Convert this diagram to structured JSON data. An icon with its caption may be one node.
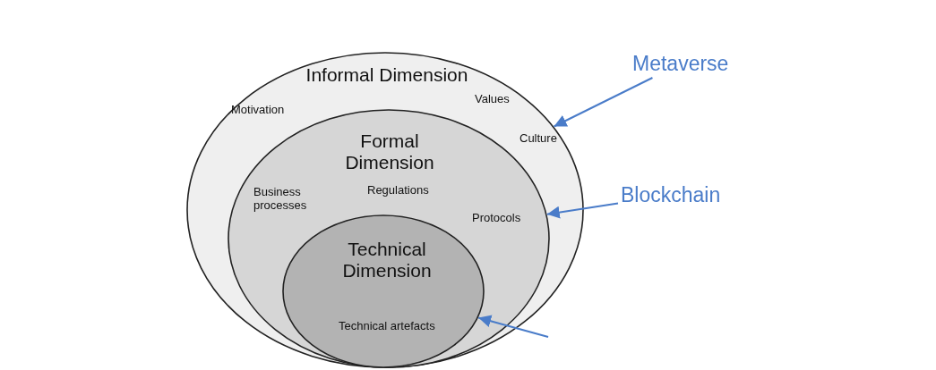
{
  "diagram": {
    "nodes": [
      {
        "text": [
          "Informal Dimension",
          "Motivation",
          "Values",
          "Culture"
        ]
      },
      {
        "text": [
          "Formal Dimension",
          "Business processes",
          "Regulations",
          "Protocols"
        ],
        "in": 0
      },
      {
        "text": [
          "Technical Dimension",
          "Technical artefacts"
        ],
        "in": 1
      },
      {
        "text": [
          "Metaverse"
        ]
      },
      {
        "text": [
          "Blockchain"
        ]
      }
    ],
    "edges": [
      {
        "from": 3,
        "to": 0,
        "arrow": "to"
      },
      {
        "from": 4,
        "to": 1,
        "arrow": "to"
      },
      {
        "from": null,
        "to": 2,
        "arrow": "to"
      }
    ]
  }
}
